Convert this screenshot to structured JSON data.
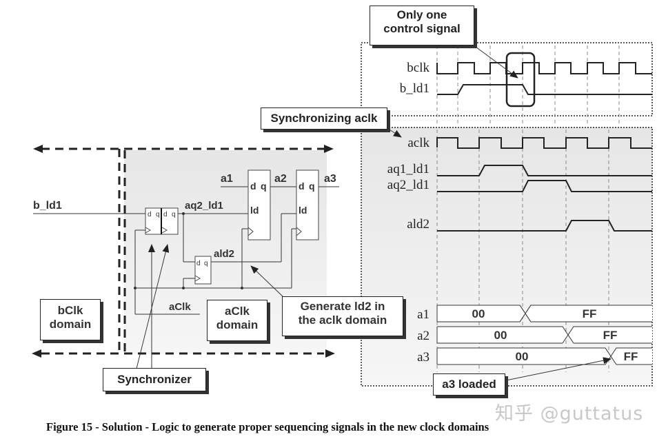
{
  "figure": {
    "caption": "Figure 15 - Solution - Logic to generate proper sequencing signals in the new clock domains",
    "watermark": "知乎 @guttatus"
  },
  "callouts": {
    "only_one_line1": "Only one",
    "only_one_line2": "control signal",
    "sync_aclk": "Synchronizing aclk",
    "generate_line1": "Generate ld2 in",
    "generate_line2": "the aclk domain",
    "a3_loaded": "a3 loaded",
    "synchronizer": "Synchronizer",
    "bclk_domain_line1": "bClk",
    "bclk_domain_line2": "domain",
    "aclk_domain_line1": "aClk",
    "aclk_domain_line2": "domain"
  },
  "schematic": {
    "b_ld1": "b_ld1",
    "aq2_ld1": "aq2_ld1",
    "ald2": "ald2",
    "a1": "a1",
    "a2": "a2",
    "a3": "a3",
    "aclk": "aClk",
    "ff_d": "d",
    "ff_q": "q",
    "ff_ld": "ld"
  },
  "timing_b": {
    "signals": [
      "bclk",
      "b_ld1"
    ]
  },
  "timing_a": {
    "signals": [
      "aclk",
      "aq1_ld1",
      "aq2_ld1",
      "ald2",
      "a1",
      "a2",
      "a3"
    ],
    "buses": [
      {
        "name": "a1",
        "before": "00",
        "after": "FF"
      },
      {
        "name": "a2",
        "before": "00",
        "after": "FF"
      },
      {
        "name": "a3",
        "before": "00",
        "after": "FF"
      }
    ]
  },
  "colors": {
    "panel_bg": "#ececec",
    "line": "#222222",
    "grid": "#888888"
  }
}
